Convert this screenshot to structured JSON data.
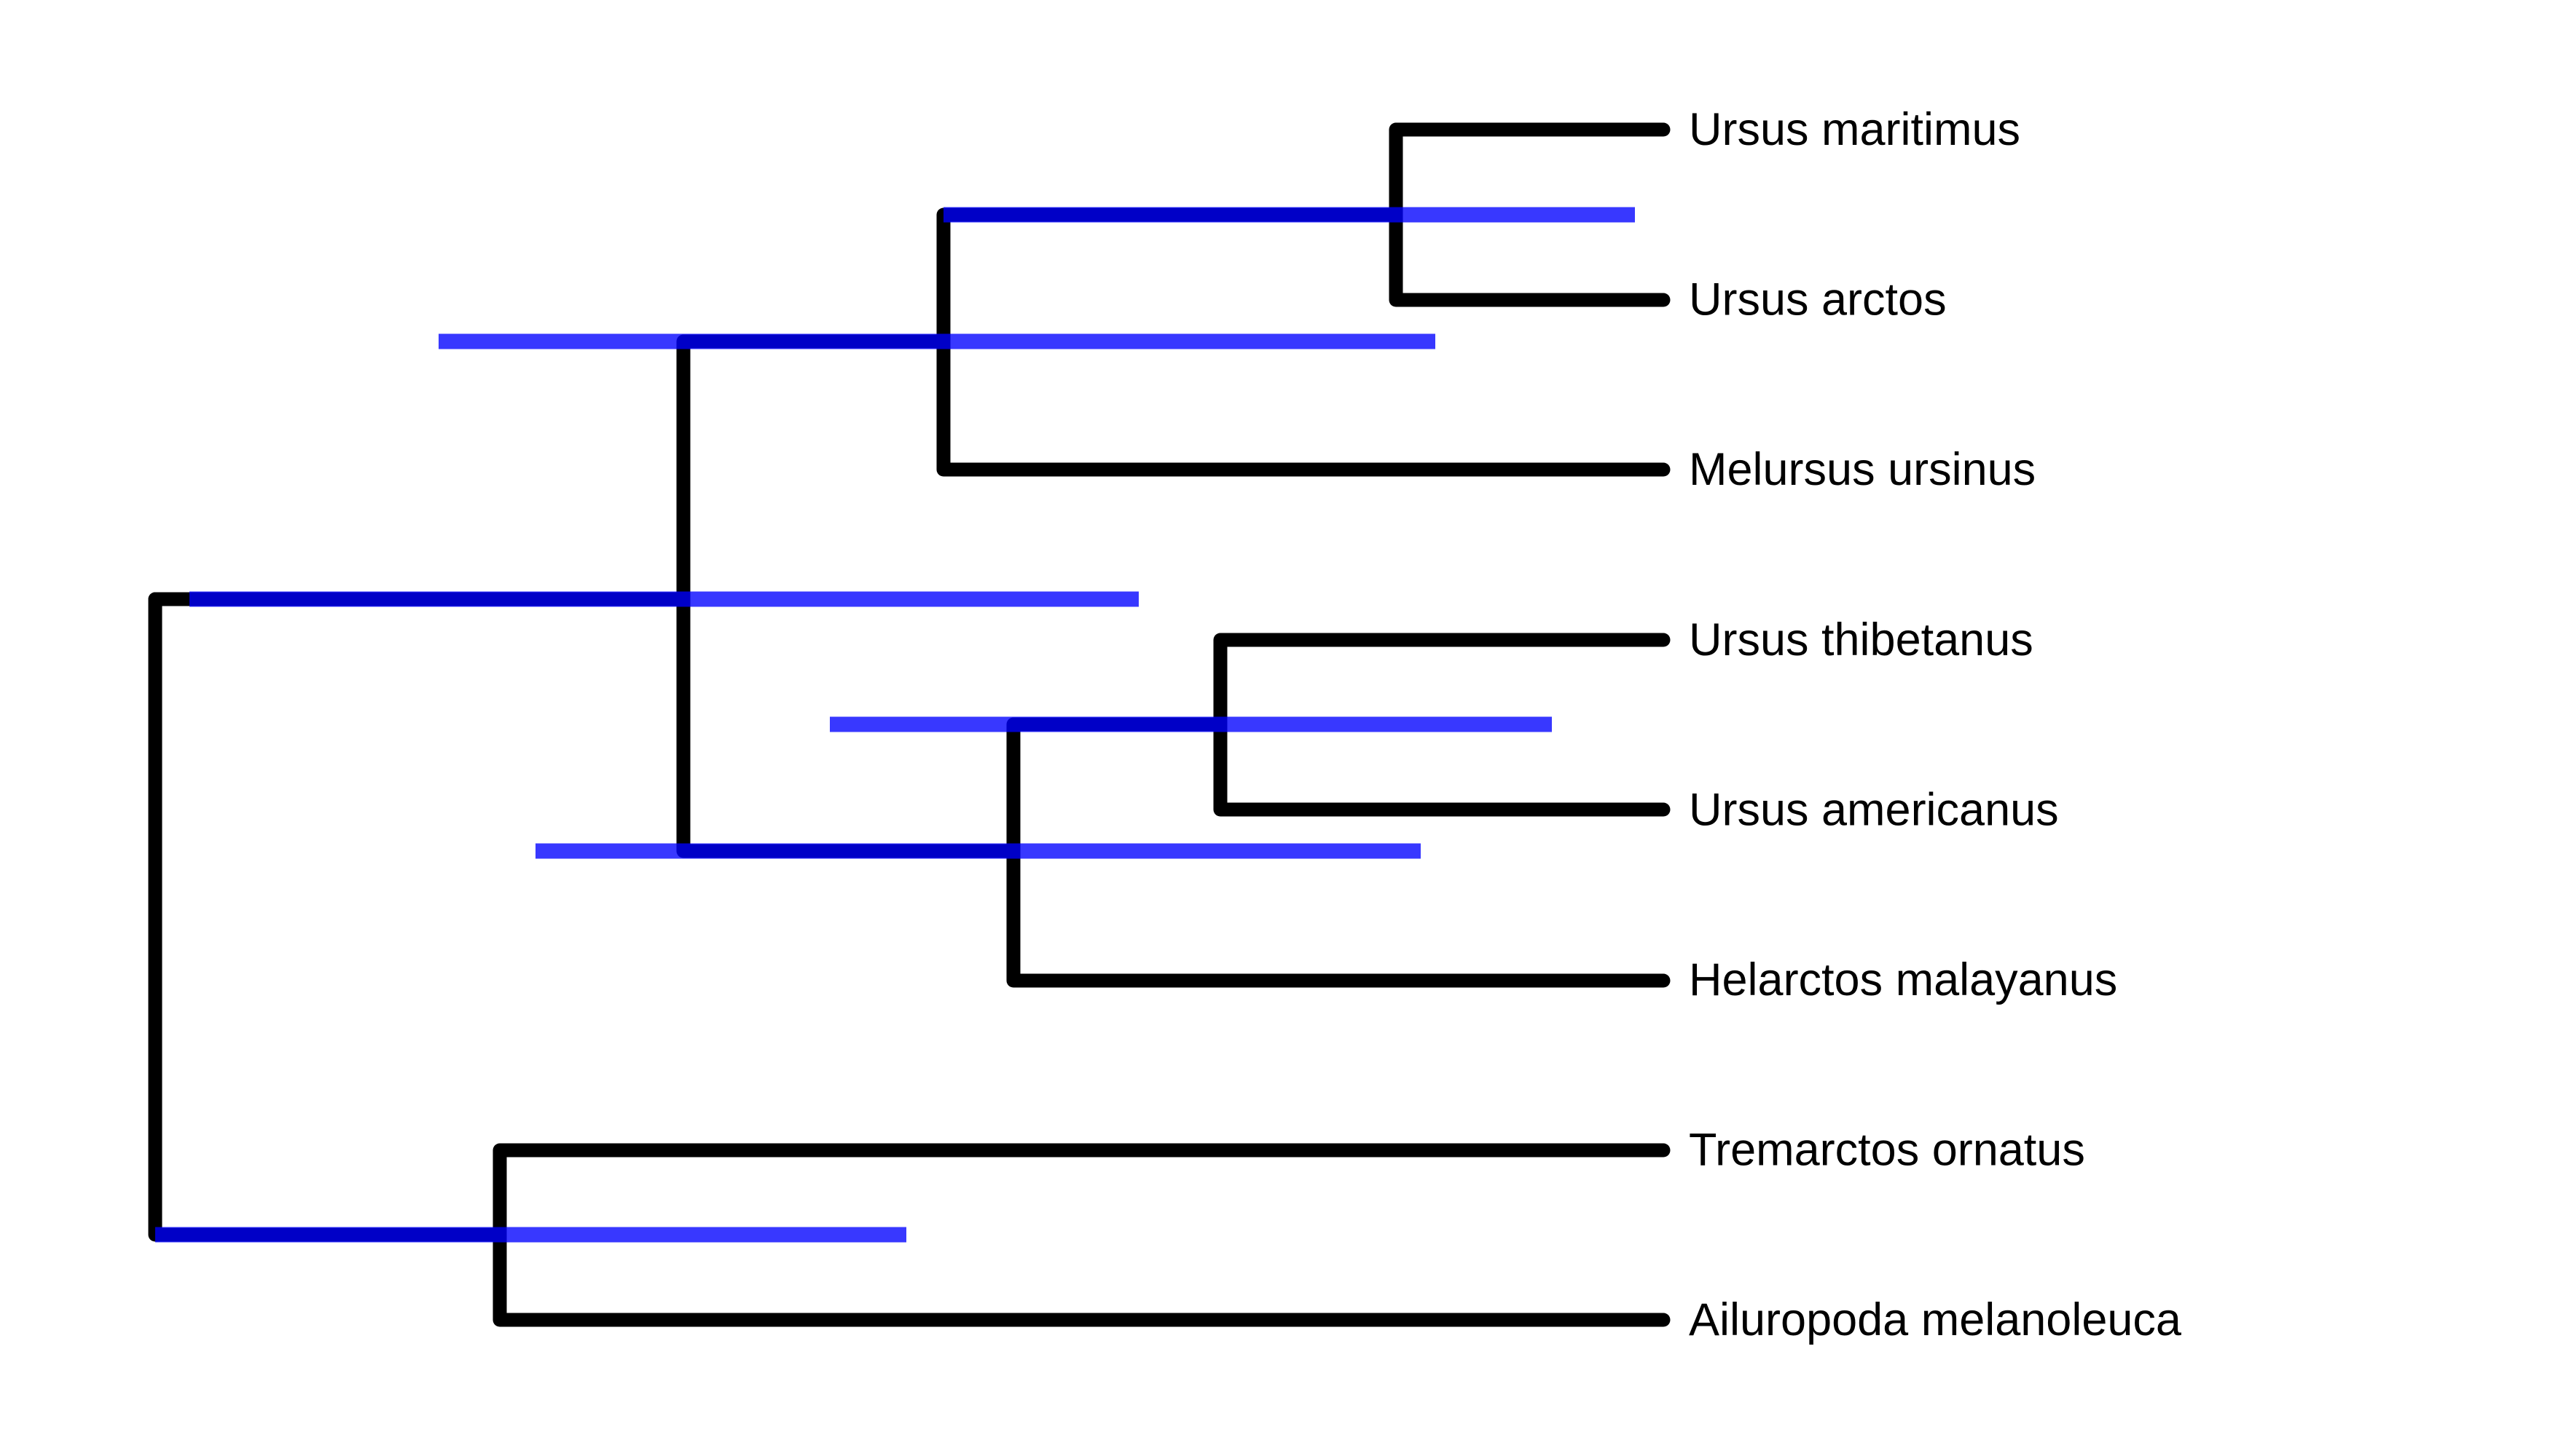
{
  "tree": {
    "tips": [
      "Ursus maritimus",
      "Ursus arctos",
      "Melursus ursinus",
      "Ursus thibetanus",
      "Ursus americanus",
      "Helarctos malayanus",
      "Tremarctos ornatus",
      "Ailuropoda melanoleuca"
    ],
    "branch_color": "#000000",
    "ci_bar_color": "#0000ff",
    "ci_bar_opacity": 0.78
  }
}
